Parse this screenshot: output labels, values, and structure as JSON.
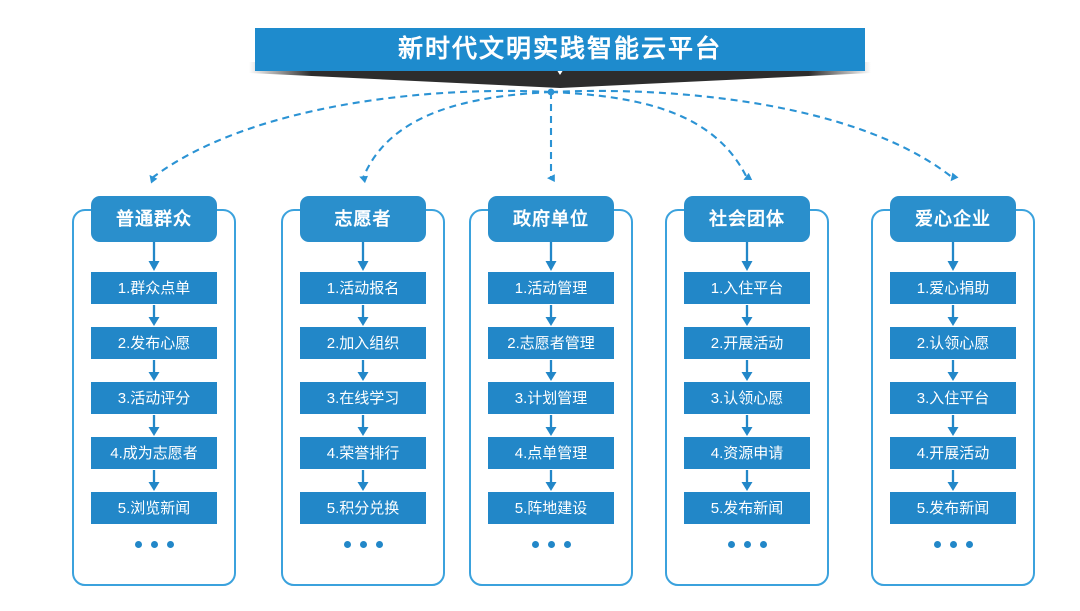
{
  "banner": {
    "title": "新时代文明实践智能云平台",
    "chevron_icon": "chevron-down-icon",
    "bar_color": "#1e8bcd",
    "shadow_color": "#2d2d2d"
  },
  "theme": {
    "accent": "#2287c8",
    "header_blue": "#2a8fcc",
    "frame_border": "#3ba2dd",
    "connector": "#2b93d4",
    "text_on_blue": "#ffffff",
    "background": "#ffffff"
  },
  "ellipsis": "...",
  "columns": [
    {
      "id": "ordinary-public",
      "header": "普通群众",
      "items": [
        "1.群众点单",
        "2.发布心愿",
        "3.活动评分",
        "4.成为志愿者",
        "5.浏览新闻"
      ]
    },
    {
      "id": "volunteer",
      "header": "志愿者",
      "items": [
        "1.活动报名",
        "2.加入组织",
        "3.在线学习",
        "4.荣誉排行",
        "5.积分兑换"
      ]
    },
    {
      "id": "government-unit",
      "header": "政府单位",
      "items": [
        "1.活动管理",
        "2.志愿者管理",
        "3.计划管理",
        "4.点单管理",
        "5.阵地建设"
      ]
    },
    {
      "id": "social-group",
      "header": "社会团体",
      "items": [
        "1.入住平台",
        "2.开展活动",
        "3.认领心愿",
        "4.资源申请",
        "5.发布新闻"
      ]
    },
    {
      "id": "caring-enterprise",
      "header": "爱心企业",
      "items": [
        "1.爱心捐助",
        "2.认领心愿",
        "3.入住平台",
        "4.开展活动",
        "5.发布新闻"
      ]
    }
  ]
}
